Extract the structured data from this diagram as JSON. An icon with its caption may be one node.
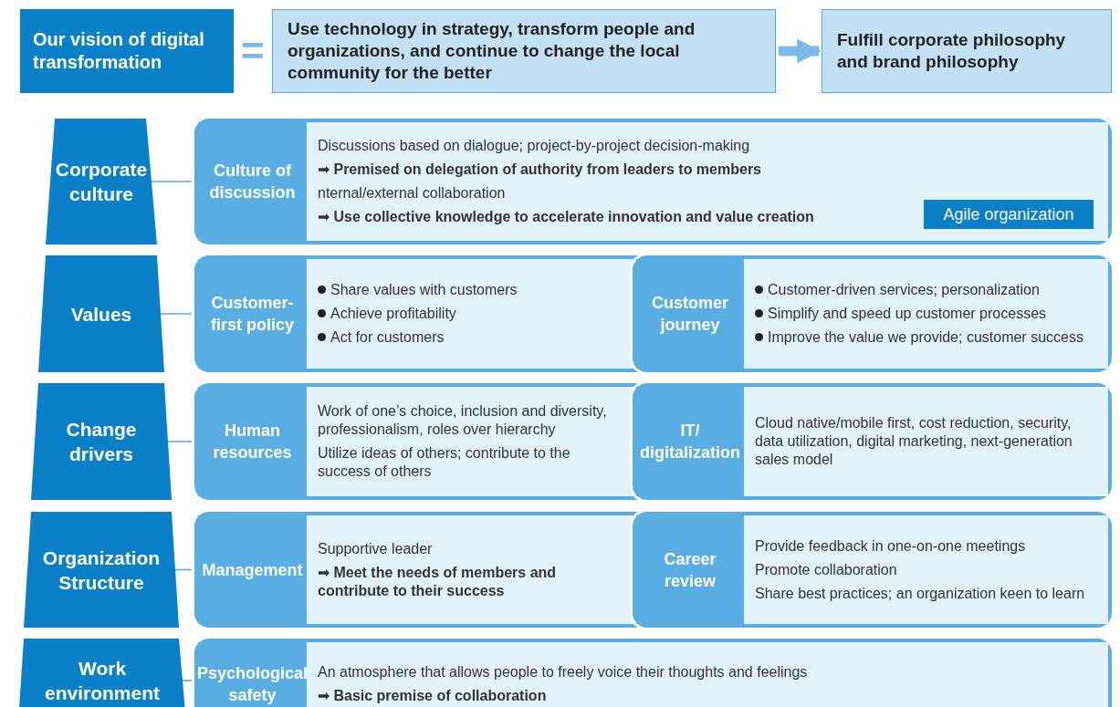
{
  "diagram": {
    "nodes": [
      {
        "text": [
          "Our vision of digital transformation"
        ]
      },
      {
        "text": [
          "Use technology in strategy, transform people and organizations, and continue to change the local community for the better"
        ]
      },
      {
        "text": [
          "Fulfill corporate philosophy and brand philosophy"
        ]
      },
      {
        "text": [
          "Corporate culture"
        ]
      },
      {
        "text": [],
        "shape": "box"
      },
      {
        "text": [
          "Culture of discussion"
        ],
        "in": 4
      },
      {
        "text": [
          "Discussions based on dialogue; project-by-project decision-making",
          "➡ **Premised on delegation of authority from leaders to members**",
          "nternal/external collaboration",
          "➡ **Use collective knowledge to accelerate innovation and value creation**"
        ],
        "in": 4
      },
      {
        "text": [
          "Agile organization"
        ],
        "in": 6
      },
      {
        "text": [
          "Values"
        ]
      },
      {
        "text": [],
        "shape": "box"
      },
      {
        "text": [
          "Customer-first policy"
        ],
        "in": 9
      },
      {
        "text": [
          "Share values with customers",
          "Achieve profitability",
          "Act for customers"
        ],
        "in": 9
      },
      {
        "text": [],
        "shape": "box",
        "in": 9
      },
      {
        "text": [
          "Customer journey"
        ],
        "in": 12
      },
      {
        "text": [
          "Customer-driven services; personalization",
          "Simplify and speed up customer processes",
          "Improve the value we provide; customer success"
        ],
        "in": 12
      },
      {
        "text": [
          "Change drivers"
        ]
      },
      {
        "text": [],
        "shape": "box"
      },
      {
        "text": [
          "Human resources"
        ],
        "in": 16
      },
      {
        "text": [
          "Work of one’s choice, inclusion and diversity, professionalism, roles over hierarchy",
          "Utilize ideas of others; contribute to the success of others"
        ],
        "in": 16
      },
      {
        "text": [],
        "shape": "box",
        "in": 16
      },
      {
        "text": [
          "IT/ digitalization"
        ],
        "in": 19
      },
      {
        "text": [
          "Cloud native/mobile first, cost reduction, security, data utilization, digital marketing, next-generation sales model"
        ],
        "in": 19
      },
      {
        "text": [
          "Organization Structure"
        ]
      },
      {
        "text": [],
        "shape": "box"
      },
      {
        "text": [
          "Management"
        ],
        "in": 23
      },
      {
        "text": [
          "Supportive leader",
          "➡ **Meet the needs of members and contribute to their success**"
        ],
        "in": 23
      },
      {
        "text": [],
        "shape": "box",
        "in": 23
      },
      {
        "text": [
          "Career review"
        ],
        "in": 26
      },
      {
        "text": [
          "Provide feedback in one-on-one meetings",
          "Promote collaboration",
          "Share best practices; an organization keen to learn"
        ],
        "in": 26
      },
      {
        "text": [
          "Work environment"
        ]
      },
      {
        "text": [],
        "shape": "box"
      },
      {
        "text": [
          "Psychological safety"
        ],
        "in": 30
      },
      {
        "text": [
          "An atmosphere that allows people to freely voice their thoughts and feelings",
          "➡ **Basic premise of collaboration**"
        ],
        "in": 30
      }
    ],
    "edges": [
      {
        "from": 1,
        "to": 2,
        "arrow": "to",
        "style": "thick",
        "color": "#7cb9e8"
      },
      {
        "from": 3,
        "to": 4,
        "arrow": "none"
      },
      {
        "from": 8,
        "to": 9,
        "arrow": "none"
      },
      {
        "from": 15,
        "to": 16,
        "arrow": "none"
      },
      {
        "from": 22,
        "to": 23,
        "arrow": "none"
      },
      {
        "from": 29,
        "to": 30,
        "arrow": "none"
      }
    ],
    "labels": [
      "="
    ]
  }
}
